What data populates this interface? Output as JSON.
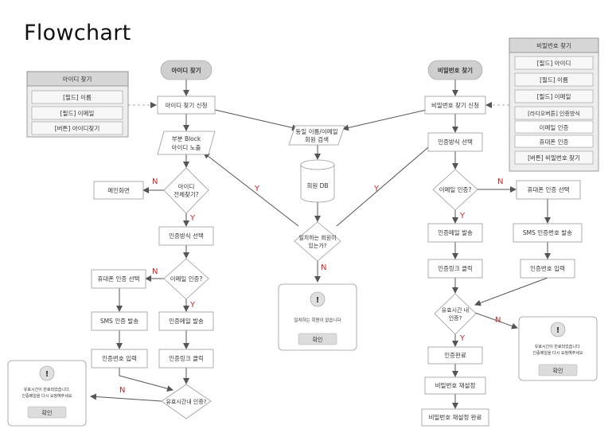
{
  "title": "Flowchart",
  "colors": {
    "stroke": "#888888",
    "arrow": "#555555",
    "flag": "#c62828",
    "header_fill": "#d6d6d6",
    "panel_fill": "#ededed"
  },
  "panels": {
    "find_id": {
      "header": "아이디 찾기",
      "items": [
        "[필드] 이름",
        "[필드] 이메일",
        "[버튼] 아이디찾기"
      ]
    },
    "find_pw": {
      "header": "비밀번호 찾기",
      "items": [
        "[필드] 아이디",
        "[필드] 이름",
        "[필드] 이메일",
        "[라디오버튼] 인증방식",
        "이메일 인증",
        "휴대폰 인증",
        "[버튼] 비밀번호 찾기"
      ]
    }
  },
  "nodes": {
    "id_start": "아이디 찾기",
    "id_request": "아이디 찾기 신청",
    "id_partial_1": "부분 Block",
    "id_partial_2": "아이디 노출",
    "id_full_1": "아이디",
    "id_full_2": "전체찾기?",
    "main_screen": "메인화면",
    "id_auth_select": "인증방식 선택",
    "id_email_auth": "이메일 인증?",
    "id_phone_select": "휴대폰 인증 선택",
    "id_email_send": "인증메일 발송",
    "id_sms_send": "SMS 인증 발송",
    "id_link_click": "인증링크 클릭",
    "id_code_input": "인증번호 입력",
    "id_valid_time": "유효시간내 인증?",
    "search_1": "동일 이름/이메일",
    "search_2": "회원 검색",
    "db": "회원 DB",
    "match_1": "일치하는 회원이",
    "match_2": "있는가?",
    "pw_start": "비밀번호 찾기",
    "pw_request": "비밀번호 찾기 신청",
    "pw_auth_select": "인증방식 선택",
    "pw_email_auth": "이메일 인증?",
    "pw_phone_select": "휴대폰 인증 선택",
    "pw_email_send": "인증메일 발송",
    "pw_sms_send": "SMS 인증번호 발송",
    "pw_link_click": "인증링크 클릭",
    "pw_code_input": "인증번호 입력",
    "pw_valid_1": "유효시간 내",
    "pw_valid_2": "인증?",
    "pw_done": "인증완료",
    "pw_reset": "비밀번호 재설정",
    "pw_reset_done": "비밀번호 재설정 완료"
  },
  "dialogs": {
    "no_member": {
      "icon": "!",
      "lines": [
        "일치하는 회원이 없습니다"
      ],
      "button": "확인"
    },
    "expired_id": {
      "icon": "!",
      "lines": [
        "유효시간이 만료되었습니다.",
        "인증메일을 다시 요청해주세요"
      ],
      "button": "확인"
    },
    "expired_pw": {
      "icon": "!",
      "lines": [
        "유효시간이 만료되었습니다.",
        "인증메일을 다시 요청해주세요"
      ],
      "button": "확인"
    }
  },
  "labels": {
    "yes": "Y",
    "no": "N"
  }
}
